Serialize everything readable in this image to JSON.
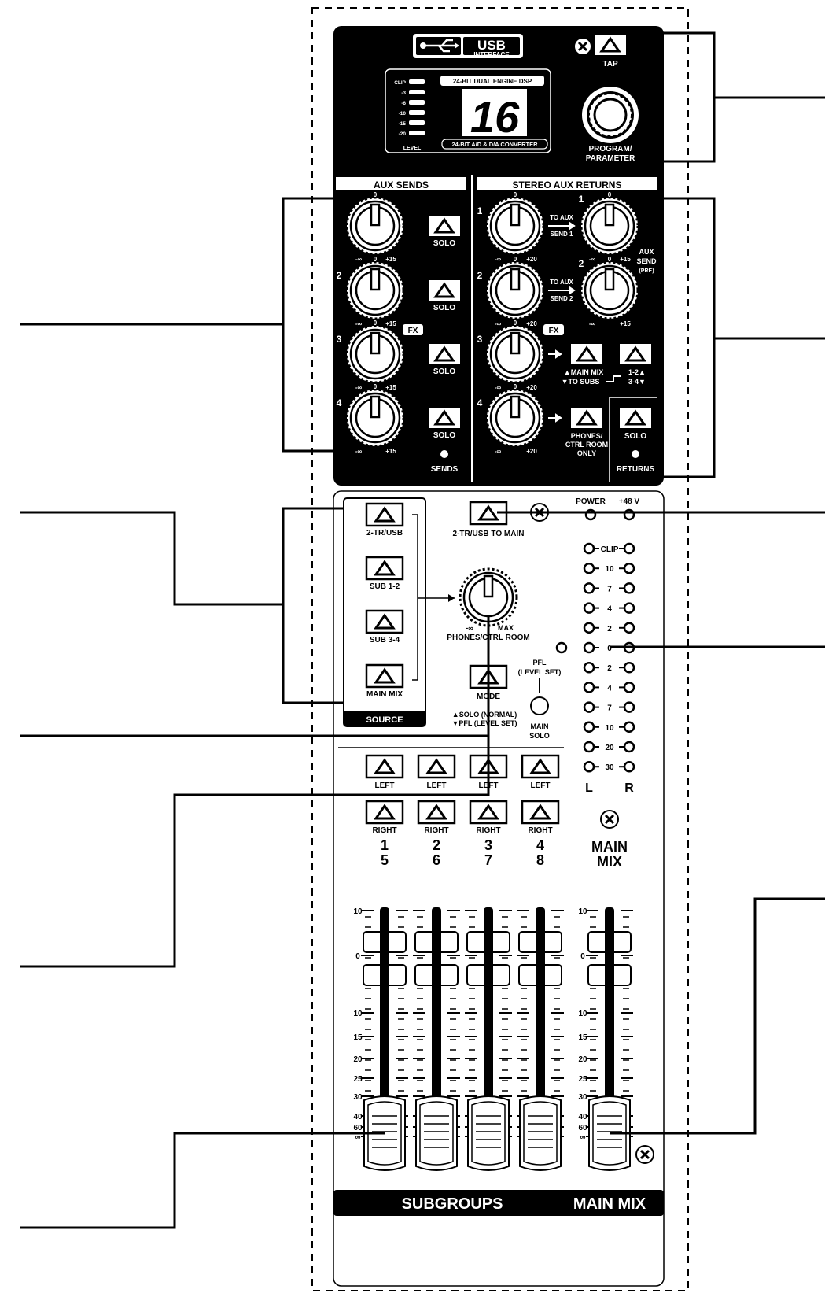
{
  "top_panel": {
    "usb_label": "USB",
    "interface_label": "INTERFACE",
    "tap_label": "TAP",
    "dsp_label": "24-BIT DUAL ENGINE DSP",
    "preset_display": "16",
    "converter_label": "24-BIT A/D & D/A CONVERTER",
    "level_scale": [
      "CLIP",
      "-3",
      "-6",
      "-10",
      "-15",
      "-20"
    ],
    "level_label": "LEVEL",
    "program_label_1": "PROGRAM/",
    "program_label_2": "PARAMETER"
  },
  "aux_sends": {
    "title": "AUX SENDS",
    "channels": [
      {
        "num": "",
        "min": "-∞",
        "max": "+15",
        "zero": "0",
        "solo": "SOLO"
      },
      {
        "num": "2",
        "min": "-∞",
        "max": "+15",
        "zero": "0",
        "solo": "SOLO"
      },
      {
        "num": "3",
        "min": "-∞",
        "max": "+15",
        "zero": "0",
        "solo": "SOLO"
      },
      {
        "num": "4",
        "min": "-∞",
        "max": "+15",
        "zero": "0",
        "solo": "SOLO"
      }
    ],
    "fx_badge": "FX",
    "sends_label": "SENDS"
  },
  "stereo_aux_returns": {
    "title": "STEREO AUX RETURNS",
    "returns": [
      {
        "num": "1",
        "min": "-∞",
        "max": "+20",
        "zero": "0"
      },
      {
        "num": "2",
        "min": "-∞",
        "max": "+20",
        "zero": "0"
      },
      {
        "num": "3",
        "min": "-∞",
        "max": "+20",
        "zero": "0"
      },
      {
        "num": "4",
        "min": "-∞",
        "max": "+20",
        "zero": "0"
      }
    ],
    "aux_send_knobs": [
      {
        "num": "1",
        "min": "-∞",
        "max": "+15",
        "zero": "0"
      },
      {
        "num": "2",
        "min": "-∞",
        "max": "+15",
        "zero": "0"
      }
    ],
    "to_aux_label": "TO AUX",
    "send1_label": "SEND 1",
    "send2_label": "SEND 2",
    "aux_send_label": [
      "AUX",
      "SEND",
      "(PRE)"
    ],
    "fx_badge": "FX",
    "main_mix_label": "▲MAIN MIX",
    "to_subs_label": "▼TO SUBS",
    "subs12_label": "1-2▲",
    "subs34_label": "3-4▼",
    "phones_label": [
      "PHONES/",
      "CTRL ROOM",
      "ONLY"
    ],
    "solo_label": "SOLO",
    "returns_label": "RETURNS"
  },
  "control_room": {
    "source_buttons": [
      "2-TR/USB",
      "SUB 1-2",
      "SUB 3-4",
      "MAIN MIX"
    ],
    "source_title": "SOURCE",
    "tr_usb_to_main": "2-TR/USB TO MAIN",
    "phones_min": "-∞",
    "phones_max": "MAX",
    "phones_label": "PHONES/CTRL ROOM",
    "mode_label": "MODE",
    "mode_solo": "▲SOLO (NORMAL)",
    "mode_pfl": "▼PFL (LEVEL SET)",
    "pfl_label": [
      "PFL",
      "(LEVEL SET)"
    ],
    "main_solo_label": [
      "MAIN",
      "SOLO"
    ],
    "power_label": "POWER",
    "phantom_label": "+48 V"
  },
  "meter": {
    "labels": [
      "CLIP",
      "10",
      "7",
      "4",
      "2",
      "0",
      "2",
      "4",
      "7",
      "10",
      "20",
      "30"
    ],
    "left": "L",
    "right": "R"
  },
  "subgroup_assign": {
    "left_label": "LEFT",
    "right_label": "RIGHT",
    "groups": [
      {
        "top": "1",
        "bottom": "5"
      },
      {
        "top": "2",
        "bottom": "6"
      },
      {
        "top": "3",
        "bottom": "7"
      },
      {
        "top": "4",
        "bottom": "8"
      }
    ],
    "main_mix_1": "MAIN",
    "main_mix_2": "MIX"
  },
  "faders": {
    "scale": [
      "10",
      "0",
      "10",
      "15",
      "20",
      "25",
      "30",
      "40",
      "60",
      "∞"
    ],
    "subgroups_label": "SUBGROUPS",
    "main_mix_label": "MAIN MIX"
  }
}
